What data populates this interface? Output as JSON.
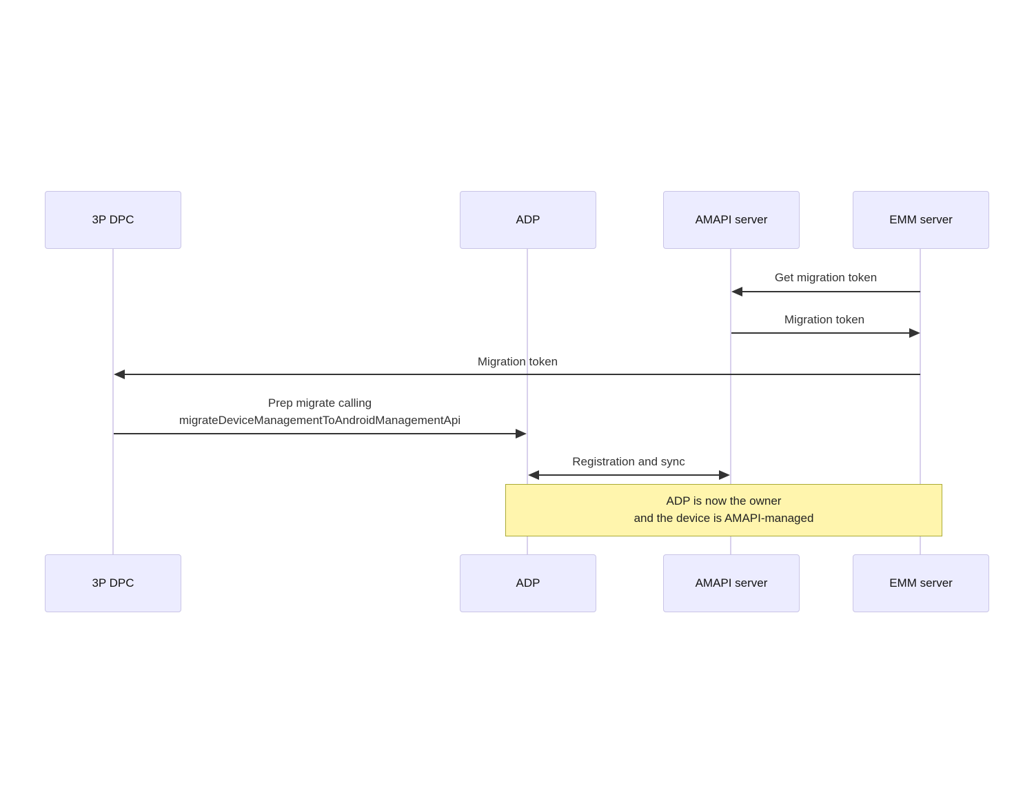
{
  "diagram": {
    "type": "sequence-diagram",
    "colors": {
      "actor_fill": "#ececff",
      "actor_border": "#c9c4e6",
      "lifeline": "#d8d0ec",
      "message_line": "#333333",
      "message_text": "#333333",
      "note_fill": "#fff5ad",
      "note_border": "#aaaa33"
    },
    "actors": [
      {
        "id": "3p-dpc",
        "label": "3P DPC"
      },
      {
        "id": "adp",
        "label": "ADP"
      },
      {
        "id": "amapi-server",
        "label": "AMAPI server"
      },
      {
        "id": "emm-server",
        "label": "EMM server"
      }
    ],
    "messages": [
      {
        "from": "EMM server",
        "to": "AMAPI server",
        "direction": "left",
        "lines": [
          "Get migration token"
        ]
      },
      {
        "from": "AMAPI server",
        "to": "EMM server",
        "direction": "right",
        "lines": [
          "Migration token"
        ]
      },
      {
        "from": "EMM server",
        "to": "3P DPC",
        "direction": "left",
        "lines": [
          "Migration token"
        ]
      },
      {
        "from": "3P DPC",
        "to": "ADP",
        "direction": "right",
        "lines": [
          "Prep migrate calling",
          "migrateDeviceManagementToAndroidManagementApi"
        ]
      },
      {
        "from": "ADP",
        "to": "AMAPI server",
        "direction": "both",
        "lines": [
          "Registration and sync"
        ]
      }
    ],
    "note": {
      "spans": [
        "ADP",
        "EMM server"
      ],
      "lines": [
        "ADP is now the owner",
        "and the device is AMAPI-managed"
      ]
    }
  }
}
